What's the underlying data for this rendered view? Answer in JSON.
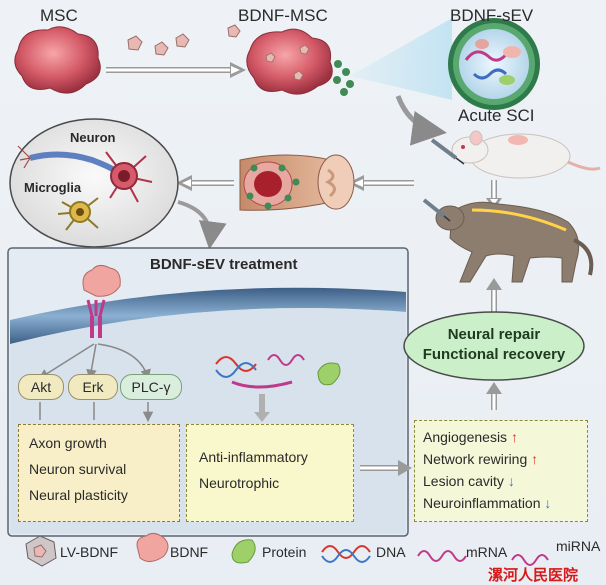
{
  "top": {
    "msc": "MSC",
    "bdnf_msc": "BDNF-MSC",
    "bdnf_sev": "BDNF-sEV",
    "acute_sci": "Acute SCI"
  },
  "cells": {
    "neuron": "Neuron",
    "microglia": "Microglia"
  },
  "treatment": {
    "title": "BDNF-sEV treatment",
    "pathways": [
      "Akt",
      "Erk",
      "PLC-γ"
    ],
    "effects_left": [
      "Axon growth",
      "Neuron survival",
      "Neural plasticity"
    ],
    "effects_mid": [
      "Anti-inflammatory",
      "Neurotrophic"
    ]
  },
  "outcome": {
    "line1": "Neural repair",
    "line2": "Functional recovery",
    "measures": [
      {
        "label": "Angiogenesis",
        "arrow": "↑",
        "color": "#d9352b"
      },
      {
        "label": "Network rewiring",
        "arrow": "↑",
        "color": "#d9352b"
      },
      {
        "label": "Lesion cavity",
        "arrow": "↓",
        "color": "#3b78c4"
      },
      {
        "label": "Neuroinflammation",
        "arrow": "↓",
        "color": "#3b78c4"
      }
    ]
  },
  "legend": {
    "lv_bdnf": "LV-BDNF",
    "bdnf": "BDNF",
    "protein": "Protein",
    "dna": "DNA",
    "mrna": "mRNA",
    "mirna": "miRNA"
  },
  "watermark": "漯河人民医院",
  "colors": {
    "green_box": "#f8f8cc",
    "pathway_bg": "#f1e9c0",
    "ellipse": "#cbefc9"
  }
}
